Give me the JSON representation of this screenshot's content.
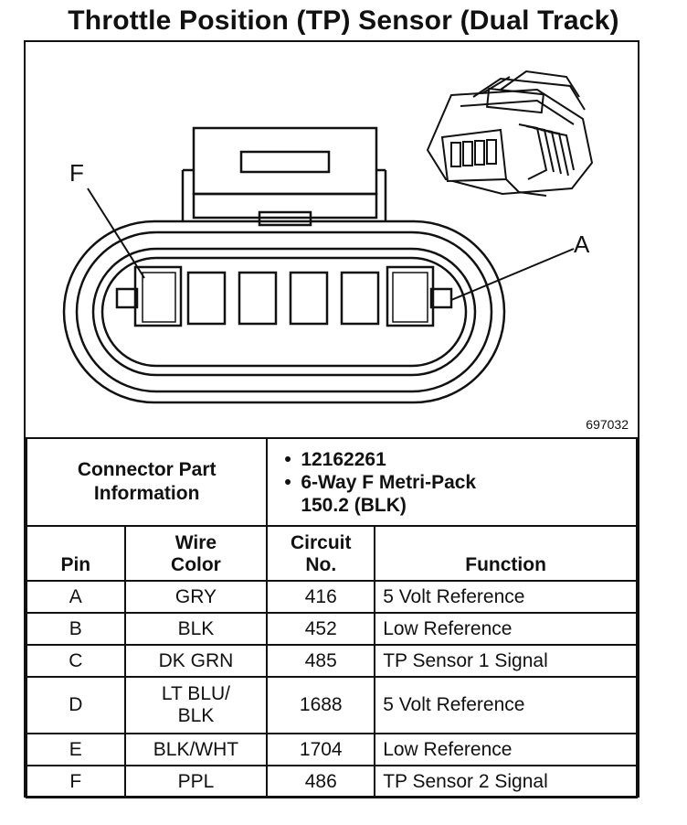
{
  "title": "Throttle Position (TP) Sensor (Dual Track)",
  "figure": {
    "label_f": "F",
    "label_a": "A",
    "figure_number": "697032"
  },
  "connector_info": {
    "label": "Connector Part Information",
    "values": [
      "12162261",
      "6-Way F Metri-Pack",
      "150.2 (BLK)"
    ],
    "bullet": "•"
  },
  "table": {
    "headers": {
      "pin": "Pin",
      "wire_color": "Wire Color",
      "circuit_no": "Circuit No.",
      "function": "Function"
    },
    "rows": [
      {
        "pin": "A",
        "wire_color": "GRY",
        "circuit": "416",
        "function": "5 Volt Reference"
      },
      {
        "pin": "B",
        "wire_color": "BLK",
        "circuit": "452",
        "function": "Low Reference"
      },
      {
        "pin": "C",
        "wire_color": "DK GRN",
        "circuit": "485",
        "function": "TP Sensor 1 Signal"
      },
      {
        "pin": "D",
        "wire_color": "LT BLU/ BLK",
        "circuit": "1688",
        "function": "5 Volt Reference"
      },
      {
        "pin": "E",
        "wire_color": "BLK/WHT",
        "circuit": "1704",
        "function": "Low Reference"
      },
      {
        "pin": "F",
        "wire_color": "PPL",
        "circuit": "486",
        "function": "TP Sensor 2 Signal"
      }
    ]
  }
}
